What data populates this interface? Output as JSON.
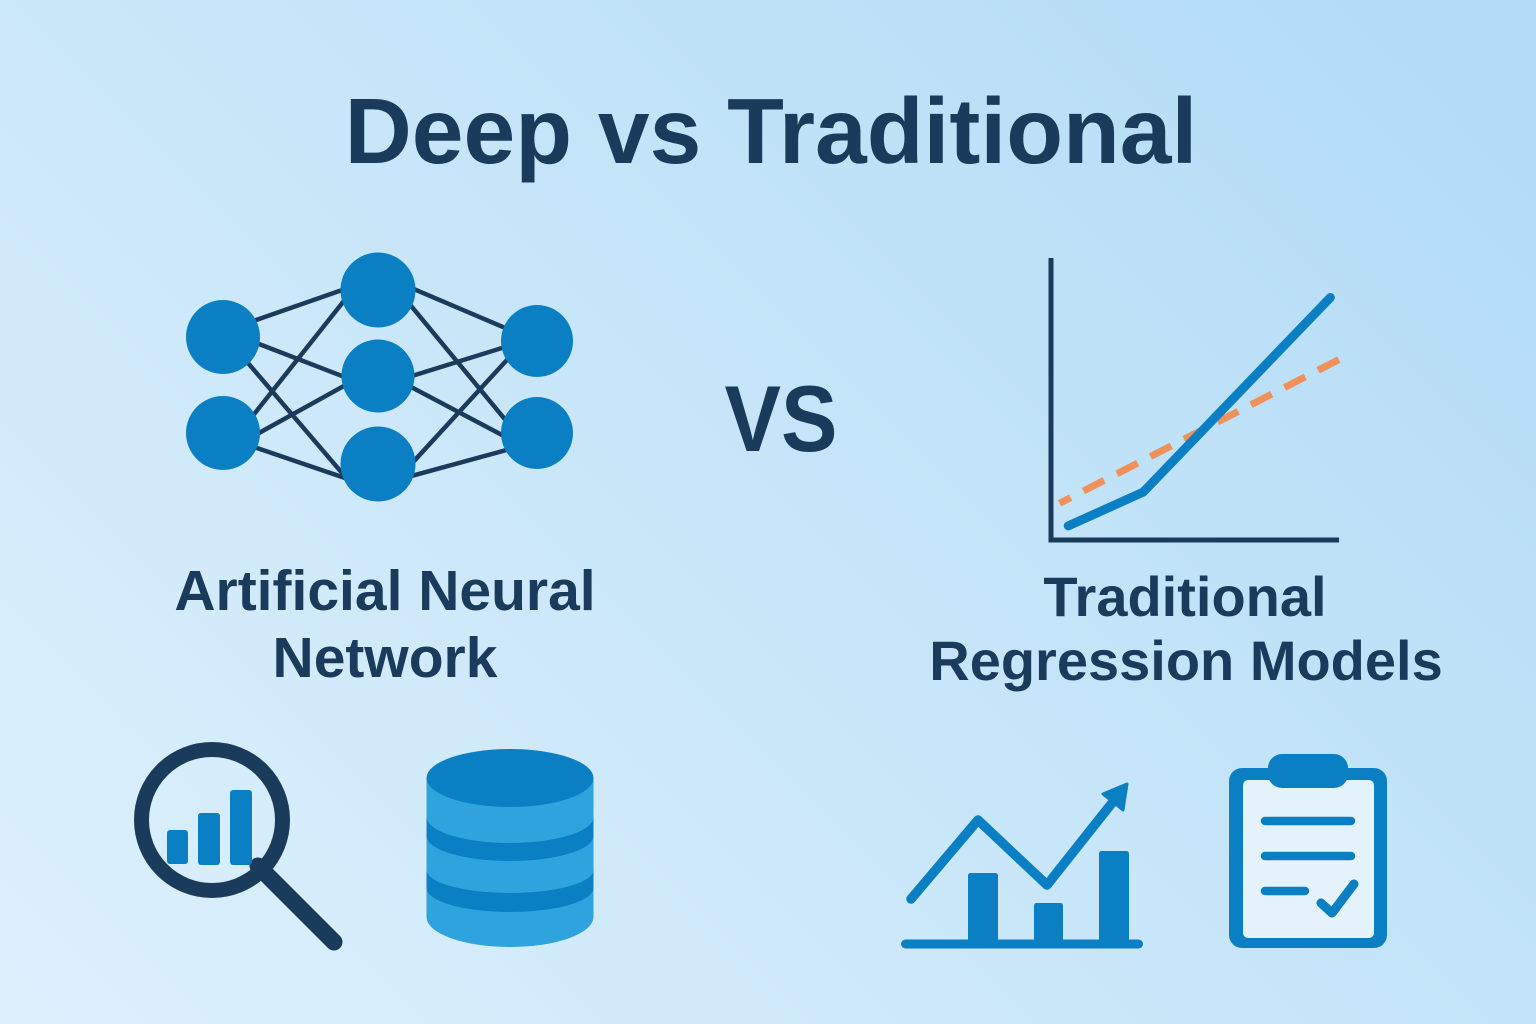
{
  "title": "Deep vs Traditional",
  "versus_label": "VS",
  "colors": {
    "text": "#1B3B5D",
    "primary": "#0A7FC3",
    "primary_light": "#2EA3DE",
    "accent": "#F0905A",
    "panel": "#E4F2FB",
    "background_start": "#DDF0FC",
    "background_end": "#B1DBF6"
  },
  "left": {
    "label_lines": [
      "Artificial Neural",
      "Network"
    ],
    "illustration": {
      "icon": "neural-network-icon",
      "layers": [
        2,
        3,
        2
      ],
      "fully_connected": true
    },
    "icons": [
      "magnifier-bar-chart-icon",
      "database-icon"
    ]
  },
  "right": {
    "label_lines": [
      "Traditional",
      "Regression Models"
    ],
    "illustration": {
      "icon": "regression-line-chart",
      "chart": {
        "type": "line",
        "x_range": [
          0,
          100
        ],
        "y_range": [
          0,
          100
        ],
        "grid": false,
        "series": [
          {
            "style": "solid",
            "color": "#0A7FC3",
            "points": [
              [
                6,
                5
              ],
              [
                32,
                17
              ],
              [
                97,
                86
              ]
            ]
          },
          {
            "style": "dashed",
            "color": "#F0905A",
            "points": [
              [
                3,
                13
              ],
              [
                100,
                64
              ]
            ]
          }
        ]
      }
    },
    "icons": [
      "growth-chart-icon",
      "clipboard-checklist-icon"
    ]
  }
}
